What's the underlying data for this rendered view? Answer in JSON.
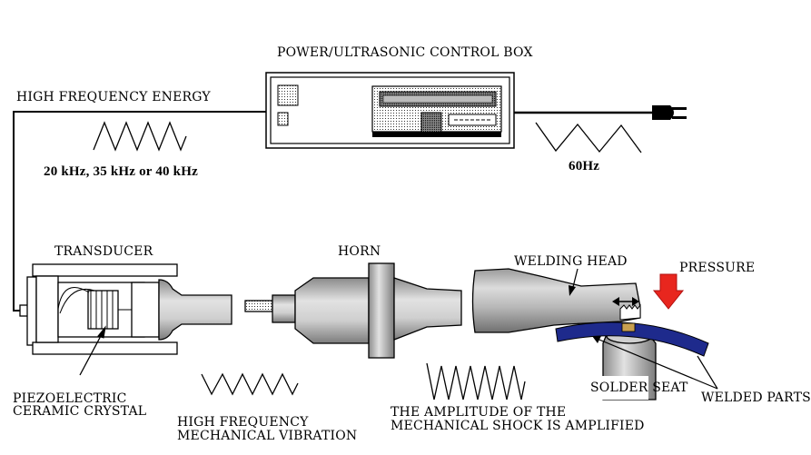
{
  "labels": {
    "control_box": "POWER/ULTRASONIC CONTROL BOX",
    "hf_energy": "HIGH FREQUENCY ENERGY",
    "frequencies": "20 kHz, 35 kHz or 40 kHz",
    "mains": "60Hz",
    "transducer": "TRANSDUCER",
    "horn": "HORN",
    "welding_head": "WELDING HEAD",
    "pressure": "PRESSURE",
    "piezo_line1": "PIEZOELECTRIC",
    "piezo_line2": "CERAMIC CRYSTAL",
    "vibration_line1": "HIGH FREQUENCY",
    "vibration_line2": "MECHANICAL VIBRATION",
    "amplitude_line1": "THE AMPLITUDE OF THE",
    "amplitude_line2": "MECHANICAL SHOCK IS AMPLIFIED",
    "solder_seat": "SOLDER SEAT",
    "welded_parts": "WELDED PARTS"
  },
  "colors": {
    "line": "#000000",
    "metal_light": "#d4d4d4",
    "metal_dark": "#8c8c8c",
    "pressure_arrow": "#e8261e",
    "welded_parts": "#1e2a8c",
    "solder_pad": "#c8a050"
  },
  "icons": [
    "power-plug-icon",
    "pressure-arrow-icon",
    "double-arrow-icon"
  ]
}
